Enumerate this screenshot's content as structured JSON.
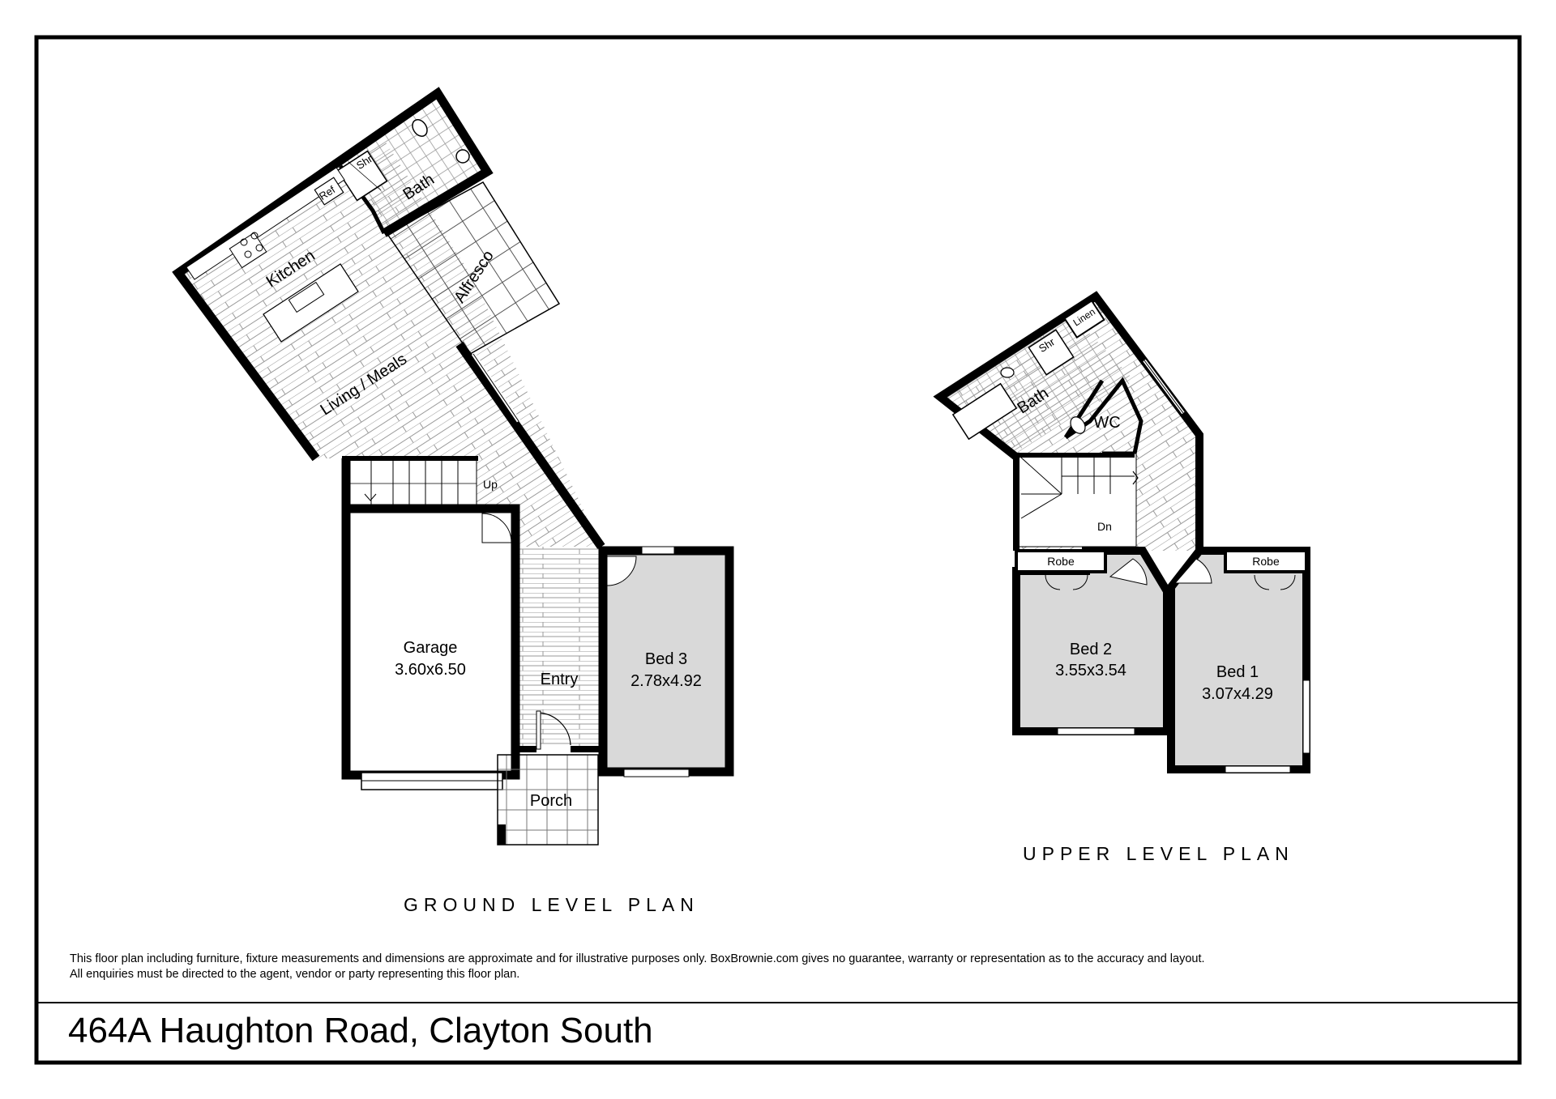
{
  "address": "464A Haughton Road, Clayton South",
  "disclaimer": {
    "line1": "This floor plan including furniture, fixture measurements and dimensions are approximate and for illustrative purposes only. BoxBrownie.com gives no guarantee, warranty or representation as to the accuracy and layout.",
    "line2": "All enquiries must be directed to the agent, vendor or party representing this floor plan."
  },
  "ground_level": {
    "title": "GROUND LEVEL PLAN",
    "rooms": {
      "garage": {
        "name": "Garage",
        "dims": "3.60x6.50"
      },
      "entry": {
        "name": "Entry"
      },
      "porch": {
        "name": "Porch"
      },
      "bed3": {
        "name": "Bed 3",
        "dims": "2.78x4.92"
      },
      "kitchen": {
        "name": "Kitchen"
      },
      "living": {
        "name": "Living / Meals"
      },
      "alfresco": {
        "name": "Alfresco"
      },
      "bath": {
        "name": "Bath"
      },
      "shower": {
        "name": "Shr"
      },
      "fridge": {
        "name": "Ref"
      },
      "stairs": {
        "name": "Up"
      }
    }
  },
  "upper_level": {
    "title": "UPPER LEVEL PLAN",
    "rooms": {
      "bed1": {
        "name": "Bed 1",
        "dims": "3.07x4.29"
      },
      "bed2": {
        "name": "Bed 2",
        "dims": "3.55x3.54"
      },
      "robe1": {
        "name": "Robe"
      },
      "robe2": {
        "name": "Robe"
      },
      "bath": {
        "name": "Bath"
      },
      "shower": {
        "name": "Shr"
      },
      "wc": {
        "name": "WC"
      },
      "linen": {
        "name": "Linen"
      },
      "stairs": {
        "name": "Dn"
      }
    }
  },
  "colors": {
    "wall": "#000000",
    "bedroom_fill": "#d9d9d9",
    "background": "#ffffff"
  }
}
